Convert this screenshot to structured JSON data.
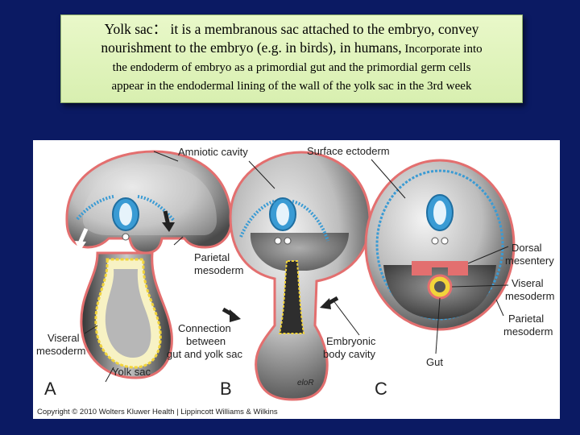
{
  "textbox": {
    "line1": "Yolk sac： it is a membranous sac attached to the embryo, convey",
    "line2": "nourishment to the embryo (e.g. in birds), in humans,",
    "line2_small": " Incorporate into",
    "line3": "the endoderm of embryo as a primordial gut  and the primordial germ cells",
    "line4": "appear in the endodermal lining of the wall of the yolk sac in the 3rd week"
  },
  "figure": {
    "labels": {
      "amniotic_cavity": "Amniotic cavity",
      "surface_ectoderm": "Surface ectoderm",
      "parietal_mesoderm_1": "Parietal",
      "parietal_mesoderm_2": "mesoderm",
      "viseral_mesoderm_1": "Viseral",
      "viseral_mesoderm_2": "mesoderm",
      "yolk_sac": "Yolk sac",
      "connection_1": "Connection",
      "connection_2": "between",
      "connection_3": "gut and yolk sac",
      "embryonic_1": "Embryonic",
      "embryonic_2": "body cavity",
      "dorsal_1": "Dorsal",
      "dorsal_2": "mesentery",
      "viseral_c_1": "Viseral",
      "viseral_c_2": "mesoderm",
      "parietal_c_1": "Parietal",
      "parietal_c_2": "mesoderm",
      "gut": "Gut",
      "signature": "eloR"
    },
    "panels": {
      "a": "A",
      "b": "B",
      "c": "C"
    },
    "copyright": "Copyright © 2010 Wolters Kluwer Health | Lippincott Williams & Wilkins"
  },
  "colors": {
    "background": "#0b1a63",
    "ectoderm": "#e36f6f",
    "neural": "#3a9bd4",
    "endoderm_yellow": "#f2d43a",
    "cavity_dark": "#3b3b3b"
  }
}
